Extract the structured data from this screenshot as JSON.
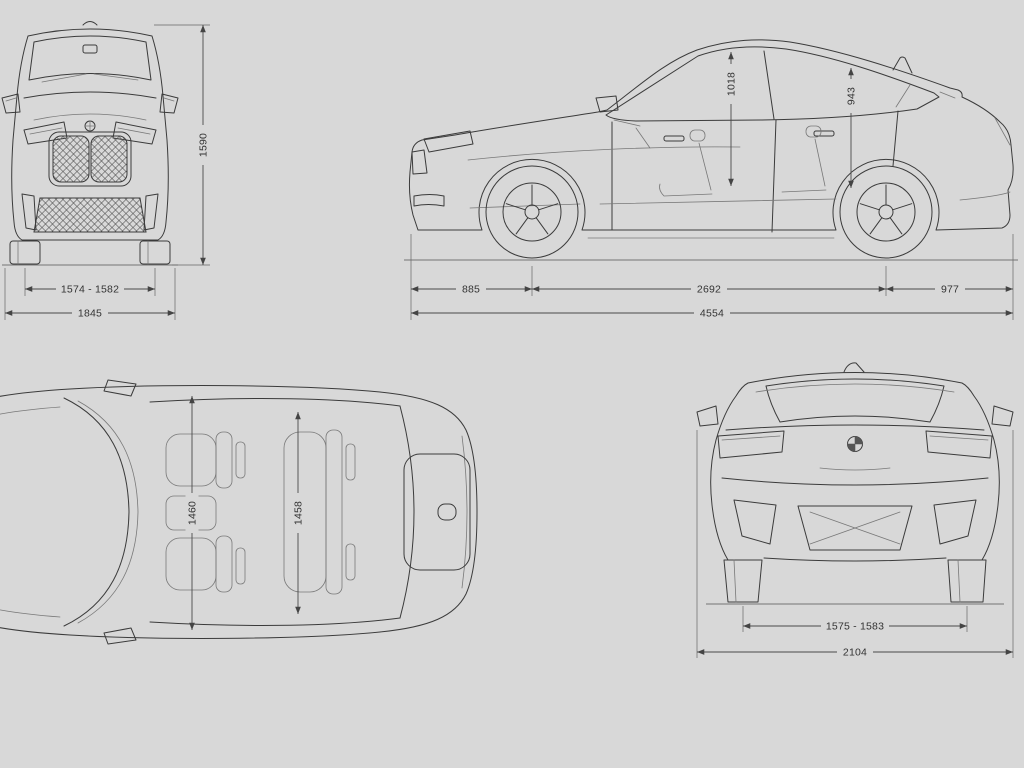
{
  "colors": {
    "background": "#d8d8d8",
    "line": "#3b3b3b",
    "dimension_text": "#333333"
  },
  "views": {
    "front_view": {
      "height": "1590",
      "track_width": "1574 - 1582",
      "overall_width": "1845"
    },
    "side_view": {
      "front_headroom": "1018",
      "rear_headroom": "943",
      "front_overhang": "885",
      "wheelbase": "2692",
      "rear_overhang": "977",
      "overall_length": "4554"
    },
    "top_view": {
      "front_interior_width": "1460",
      "rear_interior_width": "1458"
    },
    "rear_view": {
      "track_width": "1575 - 1583",
      "overall_width_mirrors": "2104"
    }
  }
}
